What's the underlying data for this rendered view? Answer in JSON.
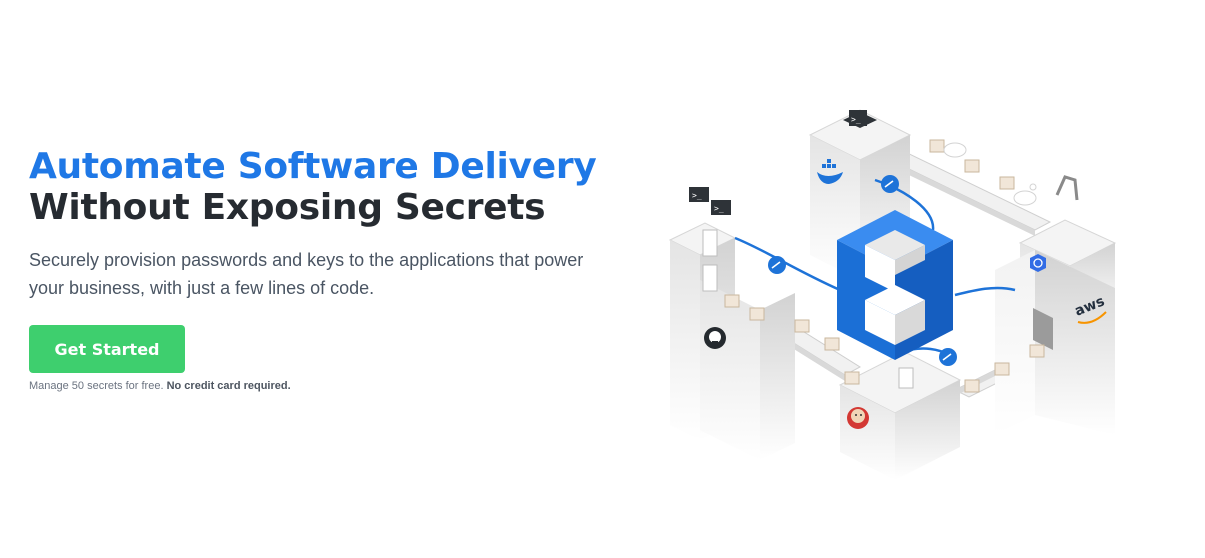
{
  "hero": {
    "headline_line1": "Automate Software Delivery",
    "headline_line2": "Without Exposing Secrets",
    "subheadline": "Securely provision passwords and keys to the applications that power your business, with just a few lines of code.",
    "cta_label": "Get Started",
    "fineprint_main": "Manage 50 secrets for free.",
    "fineprint_bold": "No credit card required."
  },
  "illustration": {
    "aws_label": "aws",
    "icons": [
      "docker-icon",
      "github-icon",
      "kubernetes-icon",
      "jenkins-icon",
      "key-icon",
      "terminal-icon",
      "cloud-icon"
    ]
  },
  "colors": {
    "brand_blue": "#1f78e6",
    "dark_text": "#262b31",
    "cta_green": "#3ecf6e",
    "cable_blue": "#1e73d8"
  }
}
